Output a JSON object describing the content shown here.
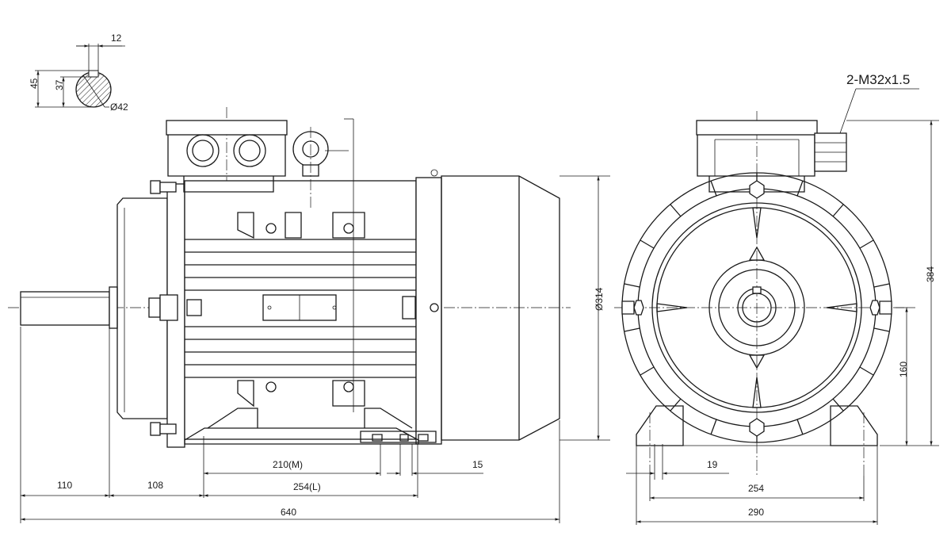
{
  "drawing": {
    "shaft_key": {
      "width": "12",
      "height_total": "45",
      "height_key": "37",
      "diameter": "Ø42"
    },
    "side_view": {
      "shaft_length": "110",
      "flange_to_foot": "108",
      "foot_pitch_m": "210(M)",
      "foot_length_l": "254(L)",
      "foot_hole": "15",
      "overall_length": "640",
      "body_diameter": "Ø314"
    },
    "end_view": {
      "cable_gland": "2-M32x1.5",
      "overall_height": "384",
      "shaft_height": "160",
      "foot_hole": "19",
      "foot_span": "254",
      "base_width": "290"
    }
  }
}
